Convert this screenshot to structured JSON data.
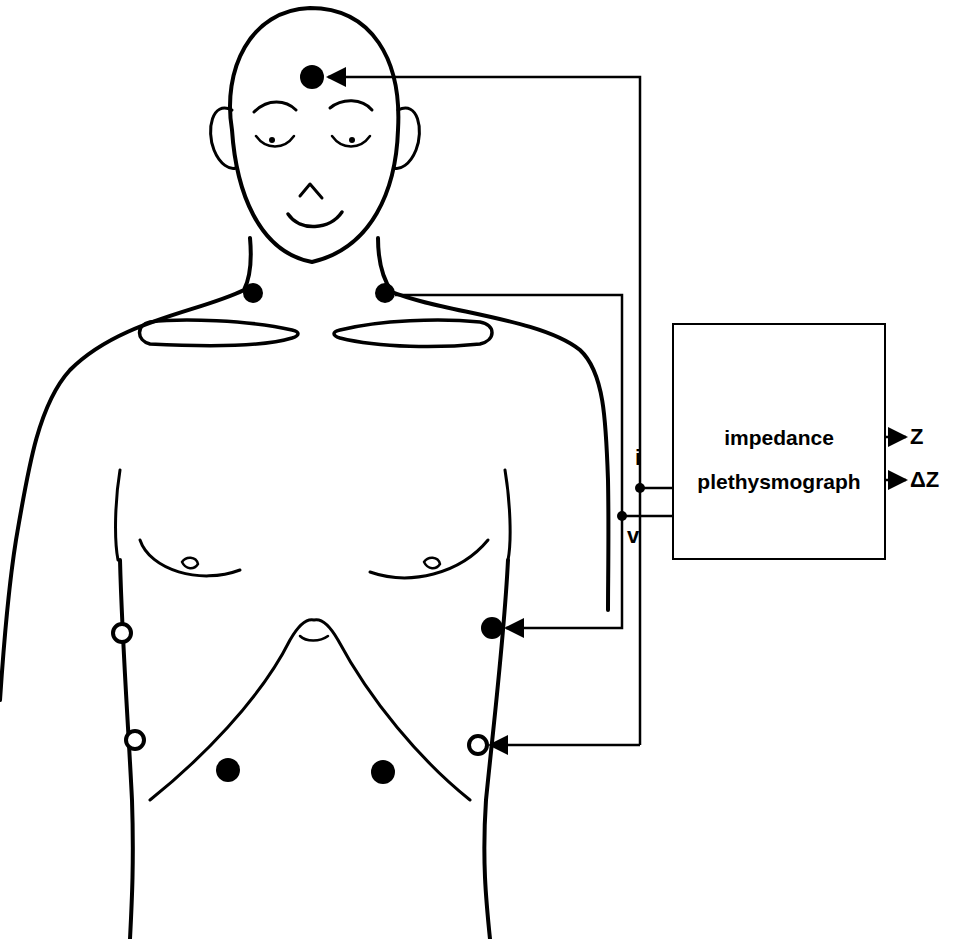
{
  "diagram": {
    "nodes": [
      {
        "text": [
          "impedance plethysmograph"
        ]
      }
    ],
    "labels": [
      "i",
      "v",
      "Z",
      "ΔZ"
    ]
  }
}
